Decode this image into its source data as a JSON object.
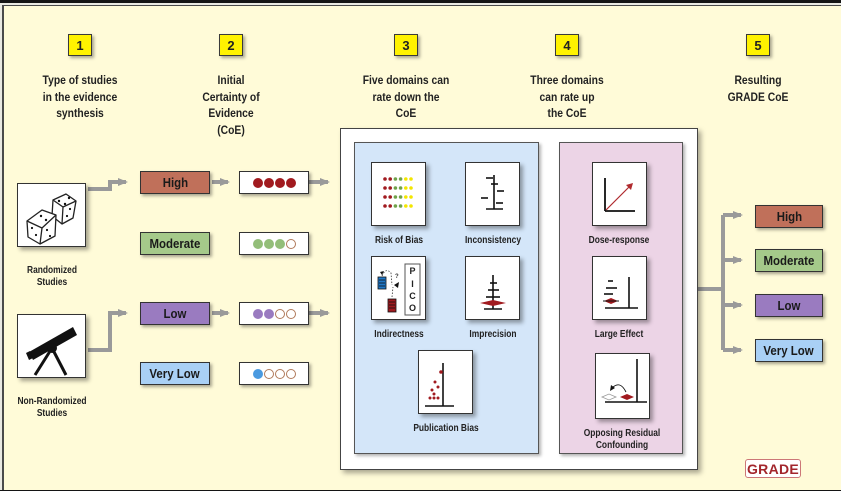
{
  "steps": [
    {
      "number": "1",
      "heading_lines": [
        "Type of studies",
        "in the evidence",
        "synthesis"
      ]
    },
    {
      "number": "2",
      "heading_lines": [
        "Initial",
        "Certainty of",
        "Evidence",
        "(CoE)"
      ]
    },
    {
      "number": "3",
      "heading_lines": [
        "Five domains can",
        "rate down the",
        "CoE"
      ]
    },
    {
      "number": "4",
      "heading_lines": [
        "Three domains",
        "can rate up",
        "the CoE"
      ]
    },
    {
      "number": "5",
      "heading_lines": [
        "Resulting",
        "GRADE CoE"
      ]
    }
  ],
  "study_types": [
    {
      "label_lines": [
        "Randomized",
        "Studies"
      ],
      "icon": "dice-icon"
    },
    {
      "label_lines": [
        "Non-Randomized",
        "Studies"
      ],
      "icon": "telescope-icon"
    }
  ],
  "certainty_levels": [
    {
      "label": "High",
      "color": "#c0705a",
      "filled_dots": 4,
      "dot_color": "#a11a1f"
    },
    {
      "label": "Moderate",
      "color": "#a5c98a",
      "filled_dots": 3,
      "dot_color": "#93be79"
    },
    {
      "label": "Low",
      "color": "#9a7bc0",
      "filled_dots": 2,
      "dot_color": "#9a7bc0"
    },
    {
      "label": "Very Low",
      "color": "#a9d0f5",
      "filled_dots": 1,
      "dot_color": "#4a9ae0"
    }
  ],
  "rate_down_domains": [
    {
      "label": "Risk of Bias",
      "icon": "risk-of-bias-icon"
    },
    {
      "label": "Inconsistency",
      "icon": "inconsistency-icon"
    },
    {
      "label": "Indirectness",
      "icon": "indirectness-icon"
    },
    {
      "label": "Imprecision",
      "icon": "imprecision-icon"
    },
    {
      "label": "Publication Bias",
      "icon": "publication-bias-icon"
    }
  ],
  "rate_up_domains": [
    {
      "label_lines": [
        "Dose-response"
      ],
      "icon": "dose-response-icon"
    },
    {
      "label_lines": [
        "Large Effect"
      ],
      "icon": "large-effect-icon"
    },
    {
      "label_lines": [
        "Opposing Residual",
        "Confounding"
      ],
      "icon": "opposing-confounding-icon"
    }
  ],
  "pico_letters": [
    "P",
    "I",
    "C",
    "O"
  ],
  "results": [
    "High",
    "Moderate",
    "Low",
    "Very Low"
  ],
  "logo": "GRADE",
  "colors": {
    "background": "#fffbd8",
    "rate_down_panel": "#d4e6f9",
    "rate_up_panel": "#ecd4e6",
    "arrow": "#9a9a9a",
    "step_badge": "#fff200",
    "logo": "#a3262c"
  }
}
